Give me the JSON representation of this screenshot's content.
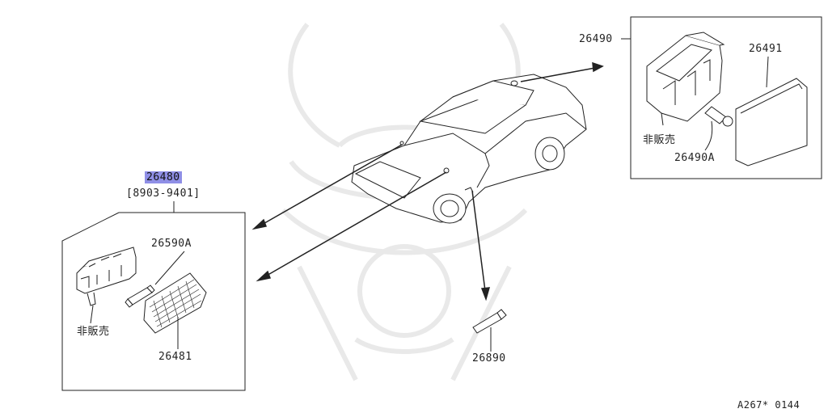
{
  "parts": {
    "p26480": "26480",
    "p26480_range": "[8903-9401]",
    "p26590A": "26590A",
    "p26481": "26481",
    "p26490": "26490",
    "p26491": "26491",
    "p26490A": "26490A",
    "p26890": "26890"
  },
  "notes": {
    "not_for_sale_left": "非販売",
    "not_for_sale_right": "非販売"
  },
  "footer": {
    "diagram_id": "A267* 0144"
  },
  "colors": {
    "highlight": "#8f8fe6",
    "line": "#222222",
    "watermark": "#ebebeb"
  }
}
